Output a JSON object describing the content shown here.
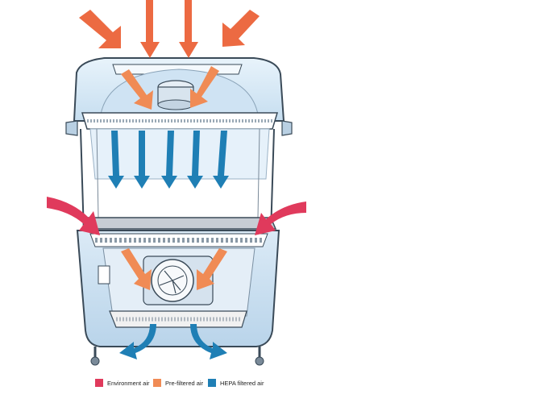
{
  "legend": {
    "items": [
      {
        "label": "Environment air",
        "color": "#e03a5c"
      },
      {
        "label": "Pre-filtered air",
        "color": "#f08b55"
      },
      {
        "label": "HEPA filtered air",
        "color": "#1f7fb5"
      }
    ]
  },
  "colors": {
    "environment": "#e03a5c",
    "prefiltered": "#f08b55",
    "hepa": "#1f7fb5",
    "cabinet_glass": "#d9ebf7",
    "cabinet_outline": "#3a4a58"
  }
}
